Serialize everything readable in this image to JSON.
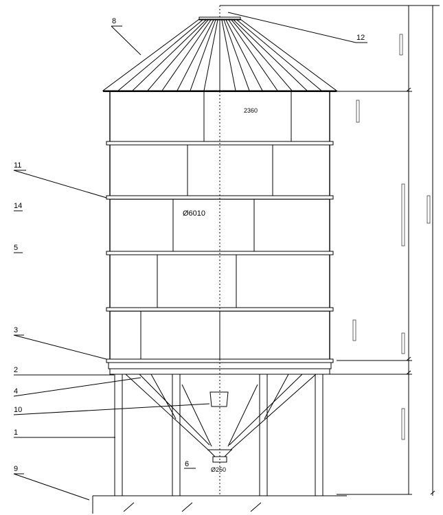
{
  "parts": [
    {
      "id": "p1",
      "text": "1"
    },
    {
      "id": "p2",
      "text": "2"
    },
    {
      "id": "p3",
      "text": "3"
    },
    {
      "id": "p4",
      "text": "4"
    },
    {
      "id": "p5",
      "text": "5"
    },
    {
      "id": "p6",
      "text": "6"
    },
    {
      "id": "p8",
      "text": "8"
    },
    {
      "id": "p9",
      "text": "9"
    },
    {
      "id": "p10",
      "text": "10"
    },
    {
      "id": "p11",
      "text": "11"
    },
    {
      "id": "p12",
      "text": "12"
    },
    {
      "id": "p14",
      "text": "14"
    }
  ],
  "dimensions": {
    "roof_panel_width": "2360",
    "diameter": "Ø6010",
    "outlet_diameter": "Ø250"
  }
}
